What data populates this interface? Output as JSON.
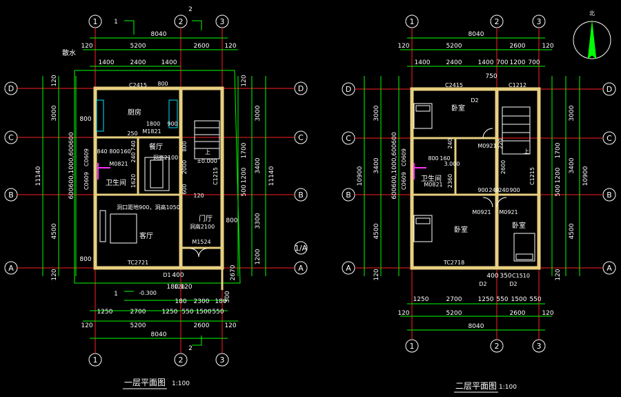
{
  "plans": {
    "first": {
      "title": "一层平面图",
      "scale": "1:100",
      "sanshui": "散水",
      "axes_top": [
        "1",
        "2",
        "3"
      ],
      "axes_left": [
        "D",
        "C",
        "B",
        "A"
      ],
      "axis_extra": "1/A",
      "section_marks": [
        "1",
        "2"
      ],
      "dims_top": {
        "total": "8040",
        "ov1": "5200",
        "ov2": "2600",
        "end": "120",
        "s1": "1400",
        "s2": "2400",
        "s3": "1400"
      },
      "dims_left": {
        "total": "11140",
        "d1": "3000",
        "d2": "4500",
        "e1": "120",
        "e2": "800",
        "e3": "800",
        "stack": "600600,1000,600600"
      },
      "dims_right": {
        "total": "11140",
        "d1": "3000",
        "d2": "3400",
        "d3": "3300",
        "d4": "1200",
        "d5": "1700",
        "d6": "500",
        "d7": "1200",
        "d8": "120"
      },
      "dims_bottom": {
        "total": "8040",
        "ov1": "5200",
        "ov2": "2600",
        "end": "120",
        "s1": "1250",
        "s2": "2700",
        "s3": "1250",
        "s4": "550",
        "s5": "1500",
        "s6": "550",
        "p1": "180",
        "p2": "2300",
        "p3": "180",
        "p4": "120",
        "p5": "300",
        "p6": "2670",
        "p7": "400"
      },
      "rooms": {
        "kitchen": "厨房",
        "dining": "餐厅",
        "bath": "卫生间",
        "living": "客厅",
        "foyer": "门厅"
      },
      "labels": {
        "c2415": "C2415",
        "m1821": "M1821",
        "m0821": "M0821",
        "c0609a": "C0609",
        "c0609b": "C0609",
        "c1215": "C1215",
        "m1524": "M1524",
        "tc2721": "TC2721",
        "d1": "D1",
        "elev": "±0.000",
        "elev2": "-0.300",
        "opening1": "洞口距地900，洞高1050",
        "opening2": "洞高2100",
        "opening3": "洞高2100",
        "n1800": "1800",
        "n900": "900",
        "n800": "800",
        "n840": "840",
        "n800b": "800",
        "n160": "160",
        "n240": "240",
        "n740": "740",
        "n1620": "1620",
        "n2000": "2000",
        "n600": "600",
        "n120": "120",
        "n250": "250",
        "n1180": "180",
        "n120b": "120",
        "up": "上"
      }
    },
    "second": {
      "title": "二层平面图",
      "scale": "1:100",
      "north": "北",
      "axes_top": [
        "1",
        "2",
        "3"
      ],
      "axes_left": [
        "D",
        "C",
        "B",
        "A"
      ],
      "dims_top": {
        "total": "8040",
        "ov1": "5200",
        "ov2": "2600",
        "end": "120",
        "s1": "1400",
        "s2": "2400",
        "s3": "1400",
        "s4": "700",
        "s5": "1200",
        "s6": "700",
        "s7": "750"
      },
      "dims_left": {
        "total": "10900",
        "d1": "3000",
        "d2": "3400",
        "d3": "4500",
        "e1": "120",
        "stack": "600600,1000,600600"
      },
      "dims_right": {
        "total": "10900",
        "d1": "3000",
        "d2": "3400",
        "d3": "4500",
        "d4": "1700",
        "d5": "1200",
        "d6": "500",
        "d7": "120"
      },
      "dims_bottom": {
        "total": "8040",
        "ov1": "5200",
        "ov2": "2600",
        "end": "120",
        "s1": "1250",
        "s2": "2700",
        "s3": "1250",
        "s4": "550",
        "s5": "1500",
        "s6": "550",
        "p1": "400",
        "p2": "350"
      },
      "rooms": {
        "bed1": "卧室",
        "bed2": "卧室",
        "bed3": "卧室",
        "bath": "卫生间"
      },
      "labels": {
        "c2415": "C2415",
        "c1212": "C1212",
        "c0609a": "C0609",
        "c0609b": "C0609",
        "m0921a": "M0921",
        "m0921b": "M0921",
        "m0921c": "M0921",
        "m0821": "M0821",
        "c1215": "C1215",
        "tc2718": "TC2718",
        "c1510": "C1510",
        "d2a": "D2",
        "d2b": "D2",
        "d2c": "D2",
        "elev": "3.000",
        "n800": "800",
        "n160": "160",
        "n240": "240",
        "n2360": "2360",
        "n2600": "2600",
        "n900a": "900",
        "n240a": "240",
        "n240b": "240",
        "n900b": "900",
        "n220": "220",
        "up": "上"
      }
    }
  }
}
